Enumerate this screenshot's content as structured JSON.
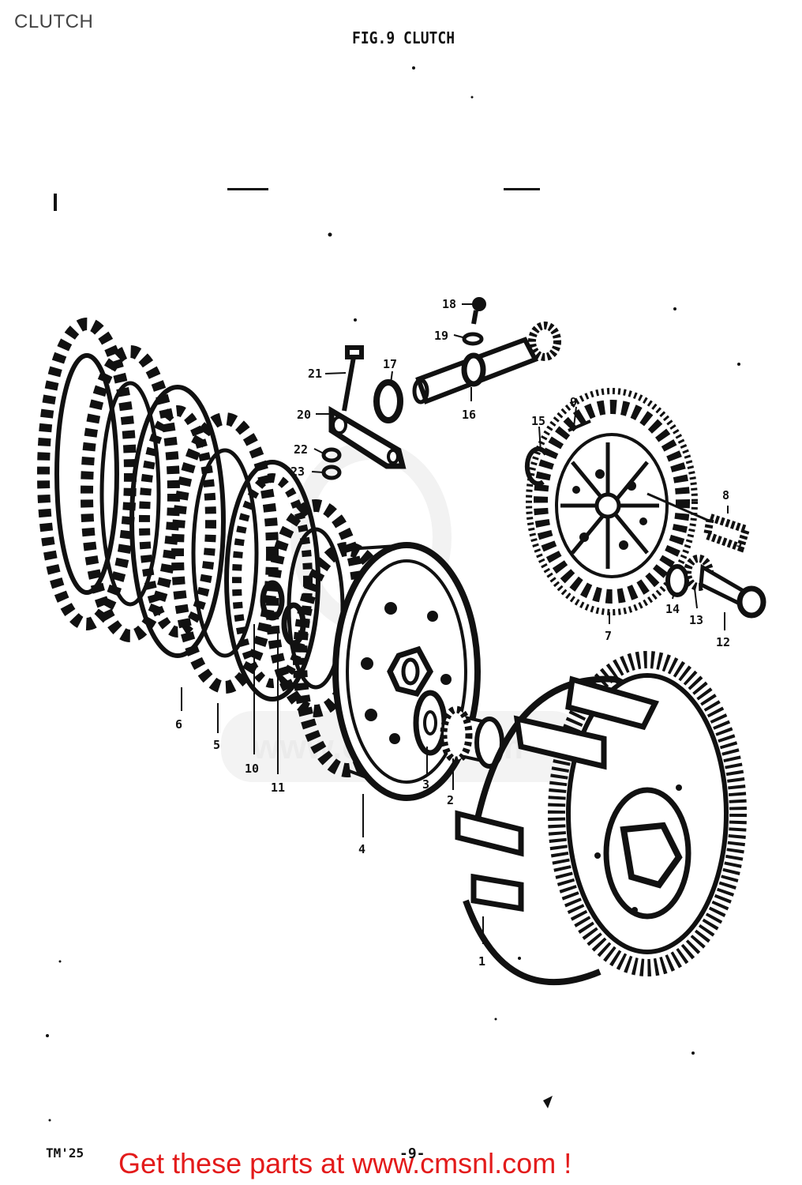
{
  "header": {
    "title": "CLUTCH"
  },
  "figure": {
    "title": "FIG.9 CLUTCH",
    "model": "TM'25",
    "page": "-9-"
  },
  "watermark": {
    "text": "www.cmsnl.com"
  },
  "footer": {
    "link_text": "Get these parts at www.cmsnl.com !"
  },
  "colors": {
    "ink": "#111111",
    "footer_red": "#e31b1b",
    "watermark_grey": "#e6e6e6"
  },
  "callouts": [
    "1",
    "2",
    "3",
    "4",
    "5",
    "6",
    "7",
    "8",
    "9",
    "10",
    "11",
    "12",
    "13",
    "14",
    "15",
    "16",
    "17",
    "18",
    "19",
    "20",
    "21",
    "22",
    "23"
  ]
}
